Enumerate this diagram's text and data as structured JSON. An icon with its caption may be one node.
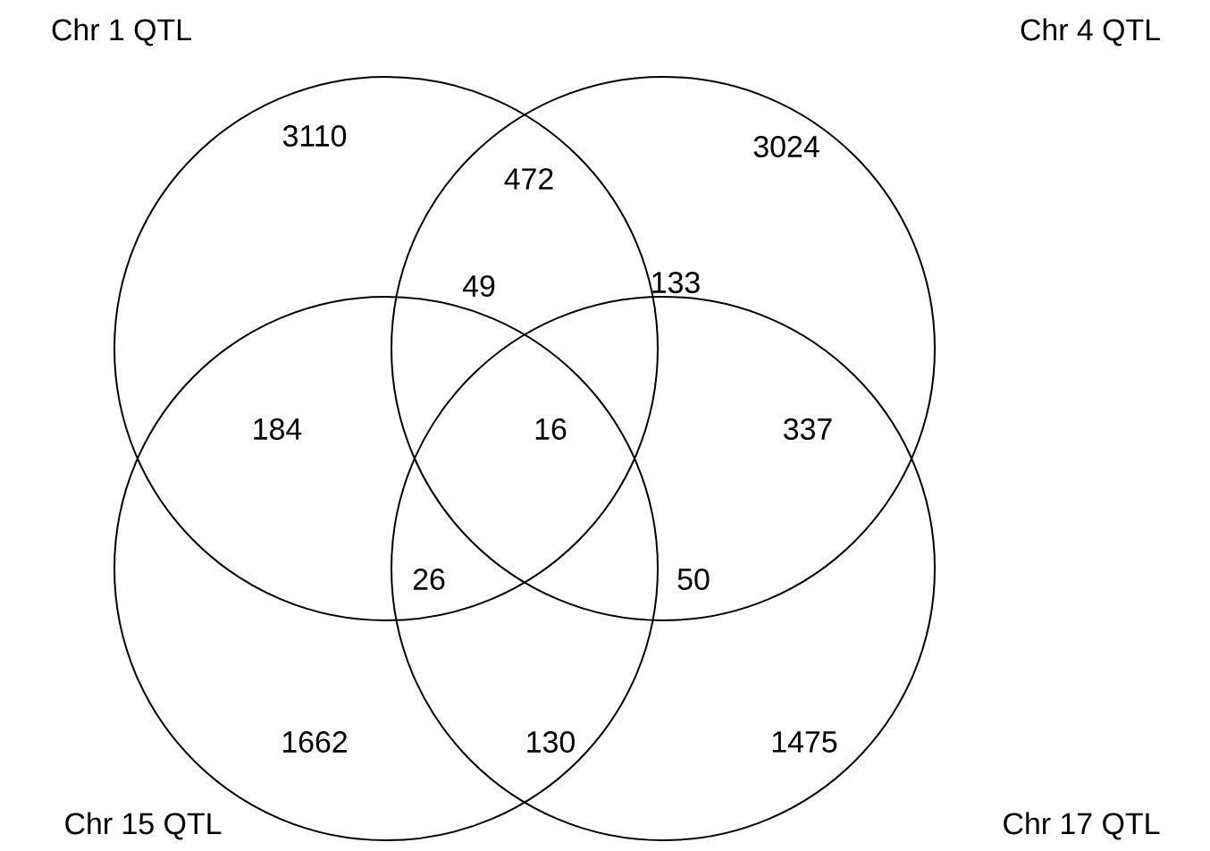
{
  "diagram": {
    "nodes": [
      {
        "text": [
          "Chr 1 QTL"
        ]
      },
      {
        "text": [
          "Chr 4 QTL"
        ]
      },
      {
        "text": [
          "Chr 15 QTL"
        ]
      },
      {
        "text": [
          "Chr 17 QTL"
        ]
      }
    ],
    "labels": [
      "3110",
      "472",
      "3024",
      "49",
      "133",
      "184",
      "16",
      "337",
      "26",
      "50",
      "1662",
      "130",
      "1475"
    ]
  }
}
